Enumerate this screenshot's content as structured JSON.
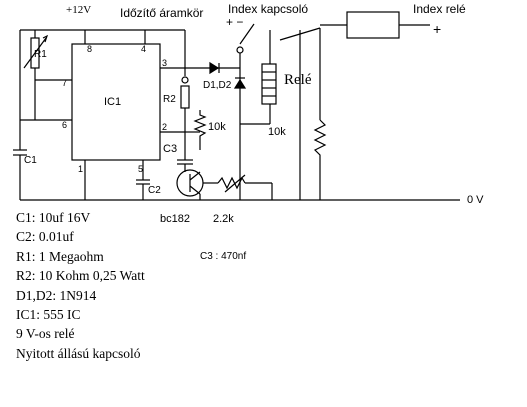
{
  "diagram": {
    "title": "Időzítő áramkör",
    "supply": "+12V",
    "ground": "0 V",
    "switch_label": "Index kapcsoló",
    "relay_label": "Index relé",
    "rele": "Relé",
    "plus_minus": "+ −",
    "plus": "+",
    "ic": "IC1",
    "pins": {
      "p1": "1",
      "p2": "2",
      "p3": "3",
      "p4": "4",
      "p5": "5",
      "p6": "6",
      "p7": "7",
      "p8": "8"
    },
    "components": {
      "r1": "R1",
      "r2": "R2",
      "r10k_a": "10k",
      "r10k_b": "10k",
      "c1": "C1",
      "c2": "C2",
      "c3": "C3",
      "d1d2": "D1,D2",
      "transistor": "bc182",
      "r22k": "2.2k",
      "c3_value": "C3 : 470nf"
    }
  },
  "parts_list": [
    "C1: 10uf 16V",
    "C2: 0.01uf",
    "R1: 1 Megaohm",
    "R2: 10 Kohm 0,25 Watt",
    "D1,D2: 1N914",
    "IC1: 555 IC",
    "9 V-os relé",
    "Nyitott állású kapcsoló"
  ]
}
